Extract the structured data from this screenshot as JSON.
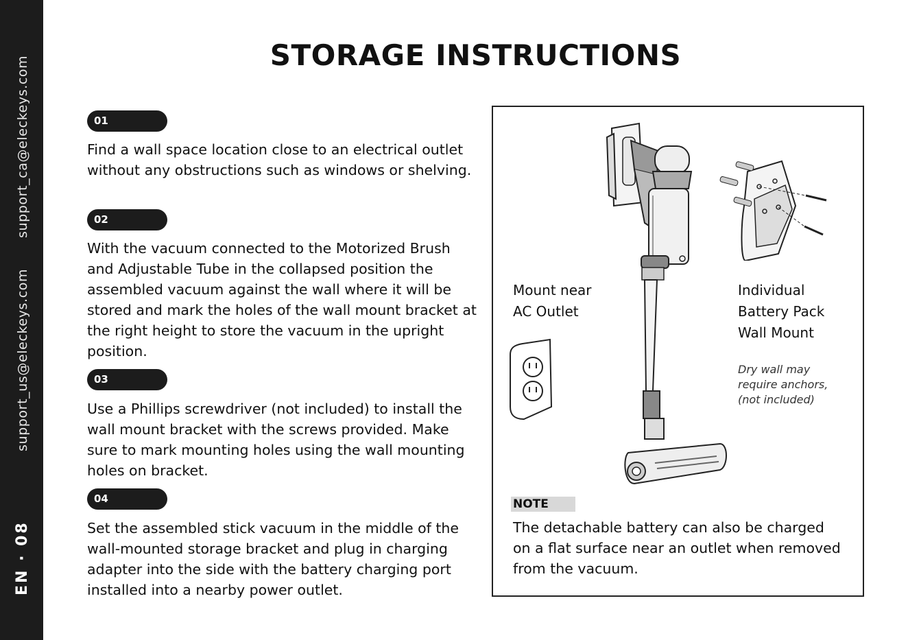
{
  "sidebar": {
    "email_us": "support_us@eleckeys.com",
    "email_ca": "support_ca@eleckeys.com",
    "page_label": "EN · 08"
  },
  "title": "STORAGE INSTRUCTIONS",
  "steps": [
    {
      "number": "01",
      "text": "Find a wall space location close to an electrical outlet without any obstructions such as windows or shelving."
    },
    {
      "number": "02",
      "text": "With the vacuum connected to the Motorized Brush and Adjustable Tube in the collapsed position the assembled vacuum against the wall where it will be stored and mark the holes of the wall mount bracket at the right height to store the vacuum in the upright position."
    },
    {
      "number": "03",
      "text": "Use a Phillips screwdriver (not included) to install the wall mount bracket with the screws provided. Make sure to mark mounting holes using the wall mounting holes on bracket."
    },
    {
      "number": "04",
      "text": "Set the assembled stick vacuum in the middle of the wall-mounted storage bracket and plug in charging adapter into the side with the battery charging port installed into a nearby power outlet."
    }
  ],
  "diagram": {
    "mount_label_line1": "Mount near",
    "mount_label_line2": "AC Outlet",
    "battery_label_line1": "Individual",
    "battery_label_line2": "Battery Pack",
    "battery_label_line3": "Wall Mount",
    "anchor_line1": "Dry wall may",
    "anchor_line2": "require anchors,",
    "anchor_line3": "(not included)"
  },
  "note": {
    "label": "NOTE",
    "text": "The detachable battery can also be charged on a flat surface near an outlet when removed from the vacuum."
  }
}
